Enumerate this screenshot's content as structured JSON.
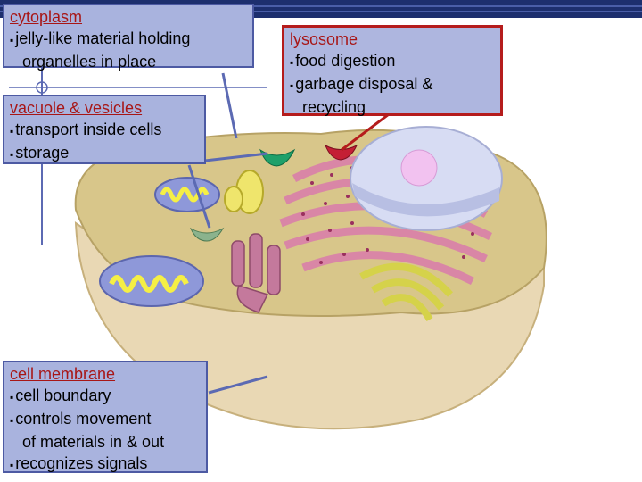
{
  "callouts": {
    "cytoplasm": {
      "title": "cytoplasm",
      "line1": "jelly-like material holding",
      "line1b": "organelles in place"
    },
    "vacuole": {
      "title": "vacuole & vesicles",
      "line1": "transport inside cells",
      "line2": "storage"
    },
    "membrane": {
      "title": "cell membrane",
      "line1": "cell boundary",
      "line2": "controls movement",
      "line2b": "of materials in & out",
      "line3": "recognizes signals"
    },
    "lysosome": {
      "title": "lysosome",
      "line1": "food digestion",
      "line2": "garbage disposal &",
      "line2b": "recycling"
    }
  },
  "colors": {
    "header": "#1d2f6e",
    "callout_fill": "#a9b3de",
    "callout_border": "#4d5aa3",
    "title_red": "#a81616",
    "lysosome_border": "#b51c1c",
    "cytoplasm": "#d8c68a",
    "er_pink": "#d986a6",
    "nucleus": "#d7dcf3"
  }
}
